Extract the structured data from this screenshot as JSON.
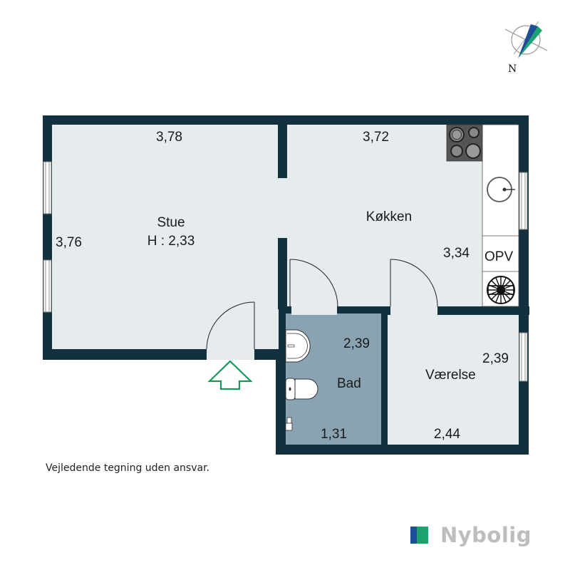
{
  "colors": {
    "wall": "#13303f",
    "floor": "#e6ebee",
    "bathroom_floor": "#8aa3b2",
    "kitchen_counter": "#ffffff",
    "stove": "#555555",
    "entrance_arrow": "#18975c",
    "compass_blue": "#1d4e96",
    "compass_green": "#1ba36e",
    "logo_blue": "#1d4e96",
    "logo_green": "#1ba36e",
    "logo_text": "#bdbdbd"
  },
  "compass": {
    "label": "N",
    "icon": "compass-needle-icon"
  },
  "rooms": {
    "stue": {
      "name": "Stue",
      "height_label": "H : 2,33",
      "width": "3,78",
      "depth": "3,76"
    },
    "kokken": {
      "name": "Køkken",
      "width": "3,72",
      "depth": "3,34",
      "appliance_label": "OPV"
    },
    "bad": {
      "name": "Bad",
      "width": "1,31",
      "depth": "2,39"
    },
    "vaerelse": {
      "name": "Værelse",
      "width": "2,44",
      "depth": "2,39"
    }
  },
  "fixtures": {
    "stove": "stove-icon",
    "sink": "kitchen-sink-icon",
    "dishwasher": "OPV",
    "ventilation": "ventilation-icon",
    "bath_sink": "washbasin-icon",
    "toilet": "toilet-icon",
    "shower": "shower-faucet-icon"
  },
  "entrance": {
    "icon": "entrance-arrow-icon"
  },
  "footer": {
    "disclaimer": "Vejledende tegning uden ansvar.",
    "brand": "Nybolig"
  }
}
